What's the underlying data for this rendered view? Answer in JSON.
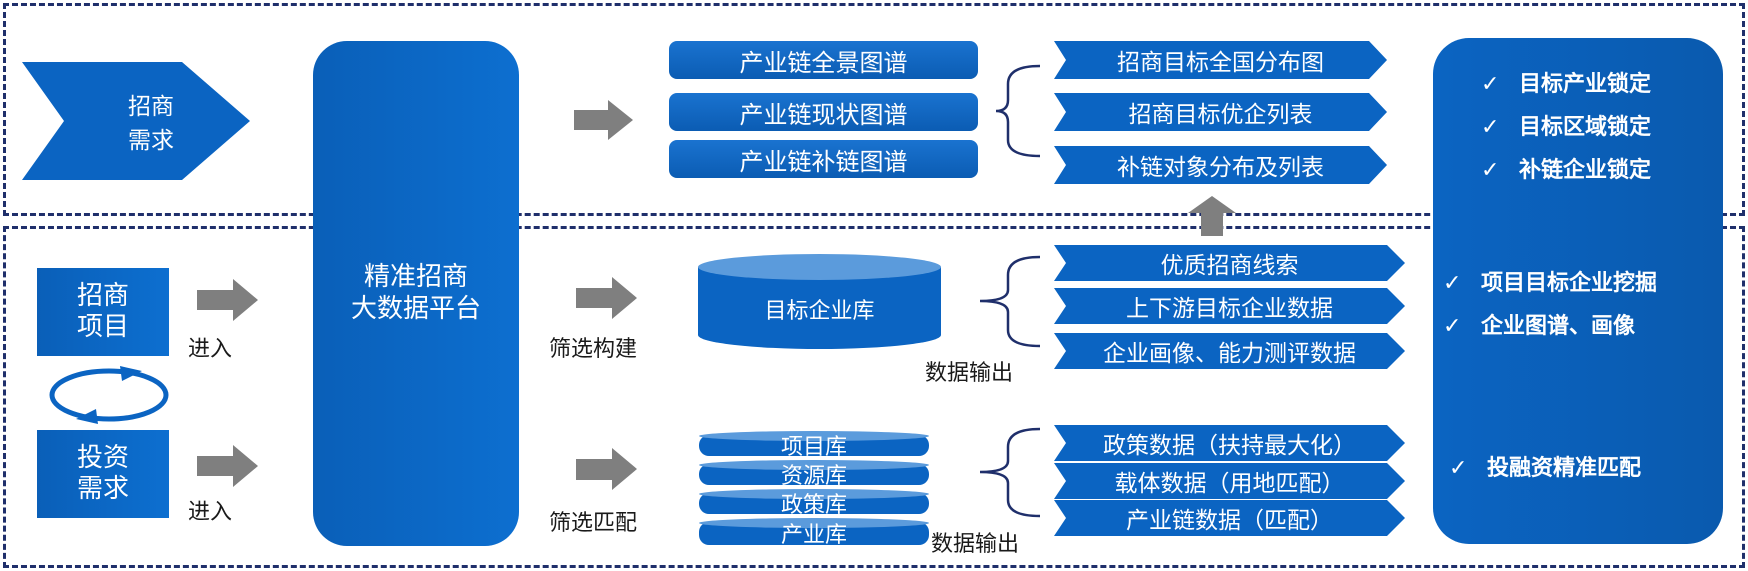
{
  "demand": {
    "line1": "招商",
    "line2": "需求"
  },
  "platform": {
    "line1": "精准招商",
    "line2": "大数据平台"
  },
  "top_maps": [
    "产业链全景图谱",
    "产业链现状图谱",
    "产业链补链图谱"
  ],
  "top_outputs": [
    "招商目标全国分布图",
    "招商目标优企列表",
    "补链对象分布及列表"
  ],
  "left_boxes": {
    "project": {
      "line1": "招商",
      "line2": "项目"
    },
    "investment": {
      "line1": "投资",
      "line2": "需求"
    }
  },
  "enter_label": "进入",
  "filter_build": "筛选构建",
  "filter_match": "筛选匹配",
  "target_db": "目标企业库",
  "stack_dbs": [
    "项目库",
    "资源库",
    "政策库",
    "产业库"
  ],
  "data_output": "数据输出",
  "mid_outputs": [
    "优质招商线索",
    "上下游目标企业数据",
    "企业画像、能力测评数据"
  ],
  "bot_outputs": [
    "政策数据（扶持最大化）",
    "载体数据（用地匹配）",
    "产业链数据（匹配）"
  ],
  "results": {
    "top": [
      "目标产业锁定",
      "目标区域锁定",
      "补链企业锁定"
    ],
    "mid": [
      "项目目标企业挖掘",
      "企业图谱、画像"
    ],
    "bot": [
      "投融资精准匹配"
    ],
    "tick": "✓"
  },
  "colors": {
    "primary": "#0b64c2",
    "dark_border": "#1f2f6b",
    "arrow_gray": "#7f7f7f"
  }
}
